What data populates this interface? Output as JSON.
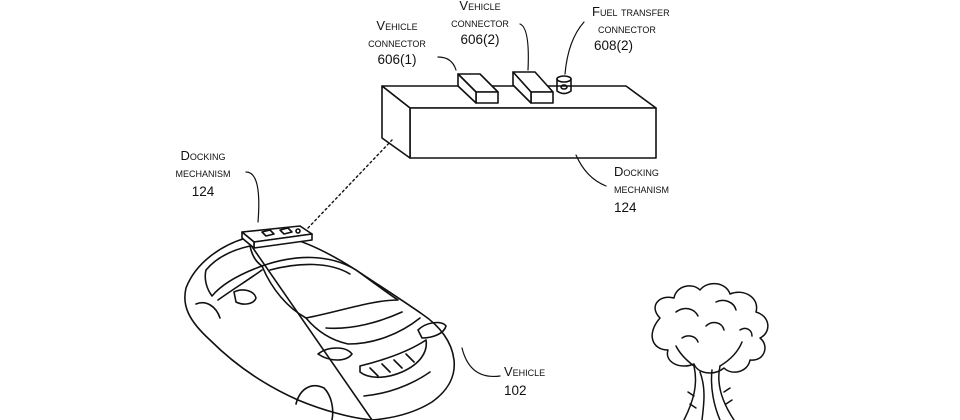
{
  "labels": {
    "vehicle_connector_1": {
      "line1": "Vehicle",
      "line2": "connector",
      "ref": "606(1)"
    },
    "vehicle_connector_2": {
      "line1": "Vehicle",
      "line2": "connector",
      "ref": "606(2)"
    },
    "fuel_transfer_connector": {
      "line1": "Fuel transfer",
      "line2": "connector",
      "ref": "608(2)"
    },
    "docking_mechanism_box": {
      "line1": "Docking",
      "line2": "mechanism",
      "ref": "124"
    },
    "docking_mechanism_car": {
      "line1": "Docking",
      "line2": "mechanism",
      "ref": "124"
    },
    "vehicle": {
      "line1": "Vehicle",
      "ref": "102"
    }
  }
}
